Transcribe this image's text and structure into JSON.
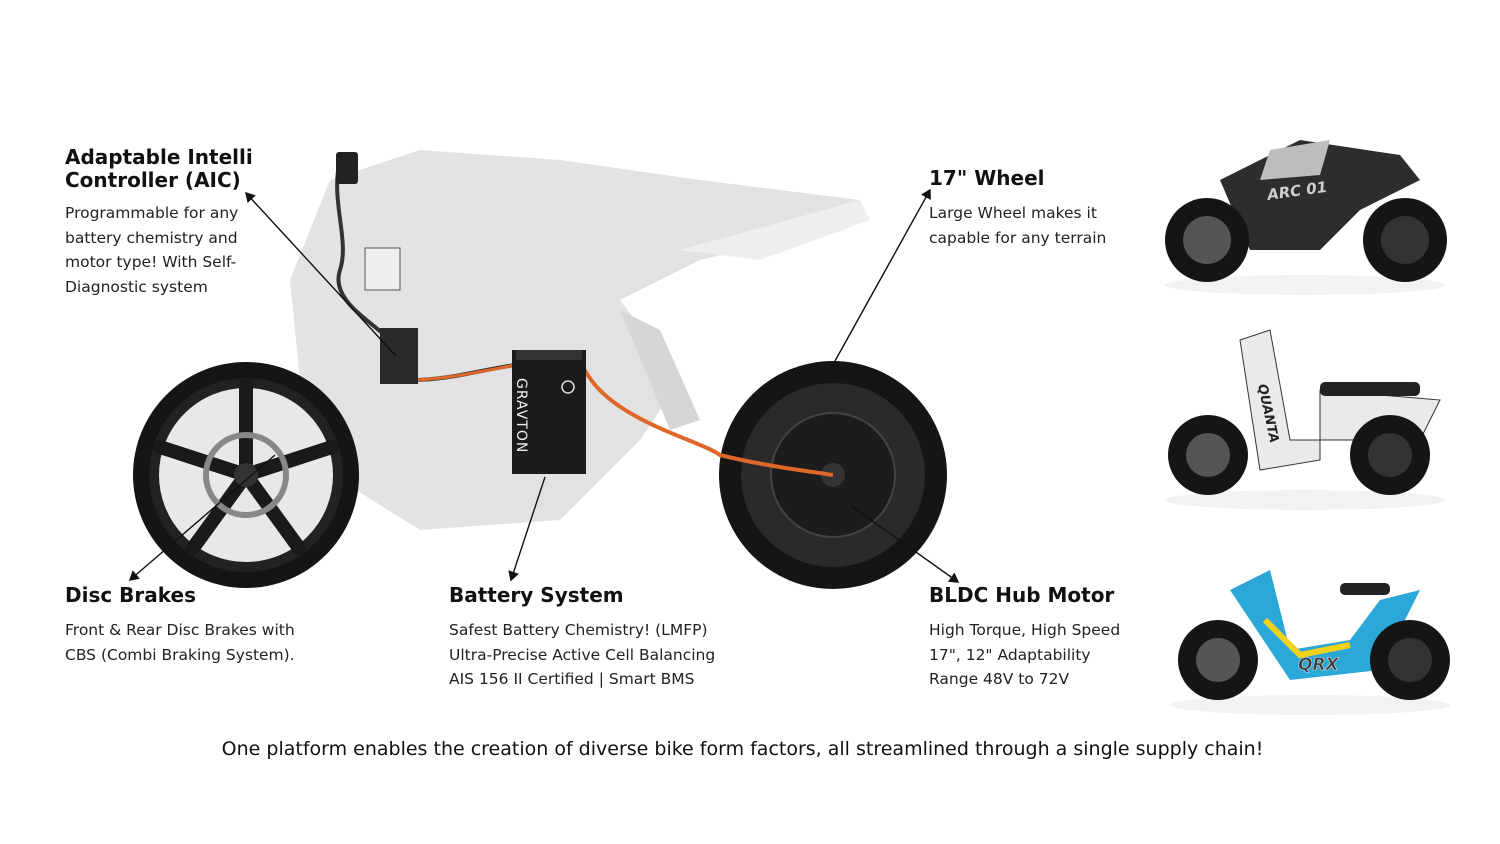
{
  "callouts": {
    "aic": {
      "title_lines": [
        "Adaptable  Intelli",
        "Controller (AIC)"
      ],
      "lines": [
        "Programmable for any",
        "battery chemistry and",
        "motor type! With Self-",
        "Diagnostic system"
      ]
    },
    "wheel": {
      "title": "17\" Wheel",
      "lines": [
        "Large Wheel makes it",
        "capable for any terrain"
      ]
    },
    "brakes": {
      "title": "Disc Brakes",
      "lines": [
        "Front & Rear Disc Brakes with",
        "CBS (Combi Braking System)."
      ]
    },
    "battery": {
      "title": "Battery System",
      "lines": [
        "Safest Battery Chemistry! (LMFP)",
        "Ultra-Precise Active Cell Balancing",
        "AIS 156 II Certified | Smart BMS"
      ]
    },
    "motor": {
      "title": "BLDC Hub Motor",
      "lines": [
        "High Torque, High Speed",
        "17\", 12\" Adaptability",
        "Range 48V to 72V"
      ]
    }
  },
  "battery_brand": "GRAVTON",
  "variants": [
    "ARC 01",
    "QUANTA",
    "QRX"
  ],
  "footer": "One platform enables the creation of diverse bike form factors, all streamlined through a single supply chain!",
  "colors": {
    "cable": "#e0672a",
    "frame": "#d8d8d8",
    "tire": "#151515"
  }
}
